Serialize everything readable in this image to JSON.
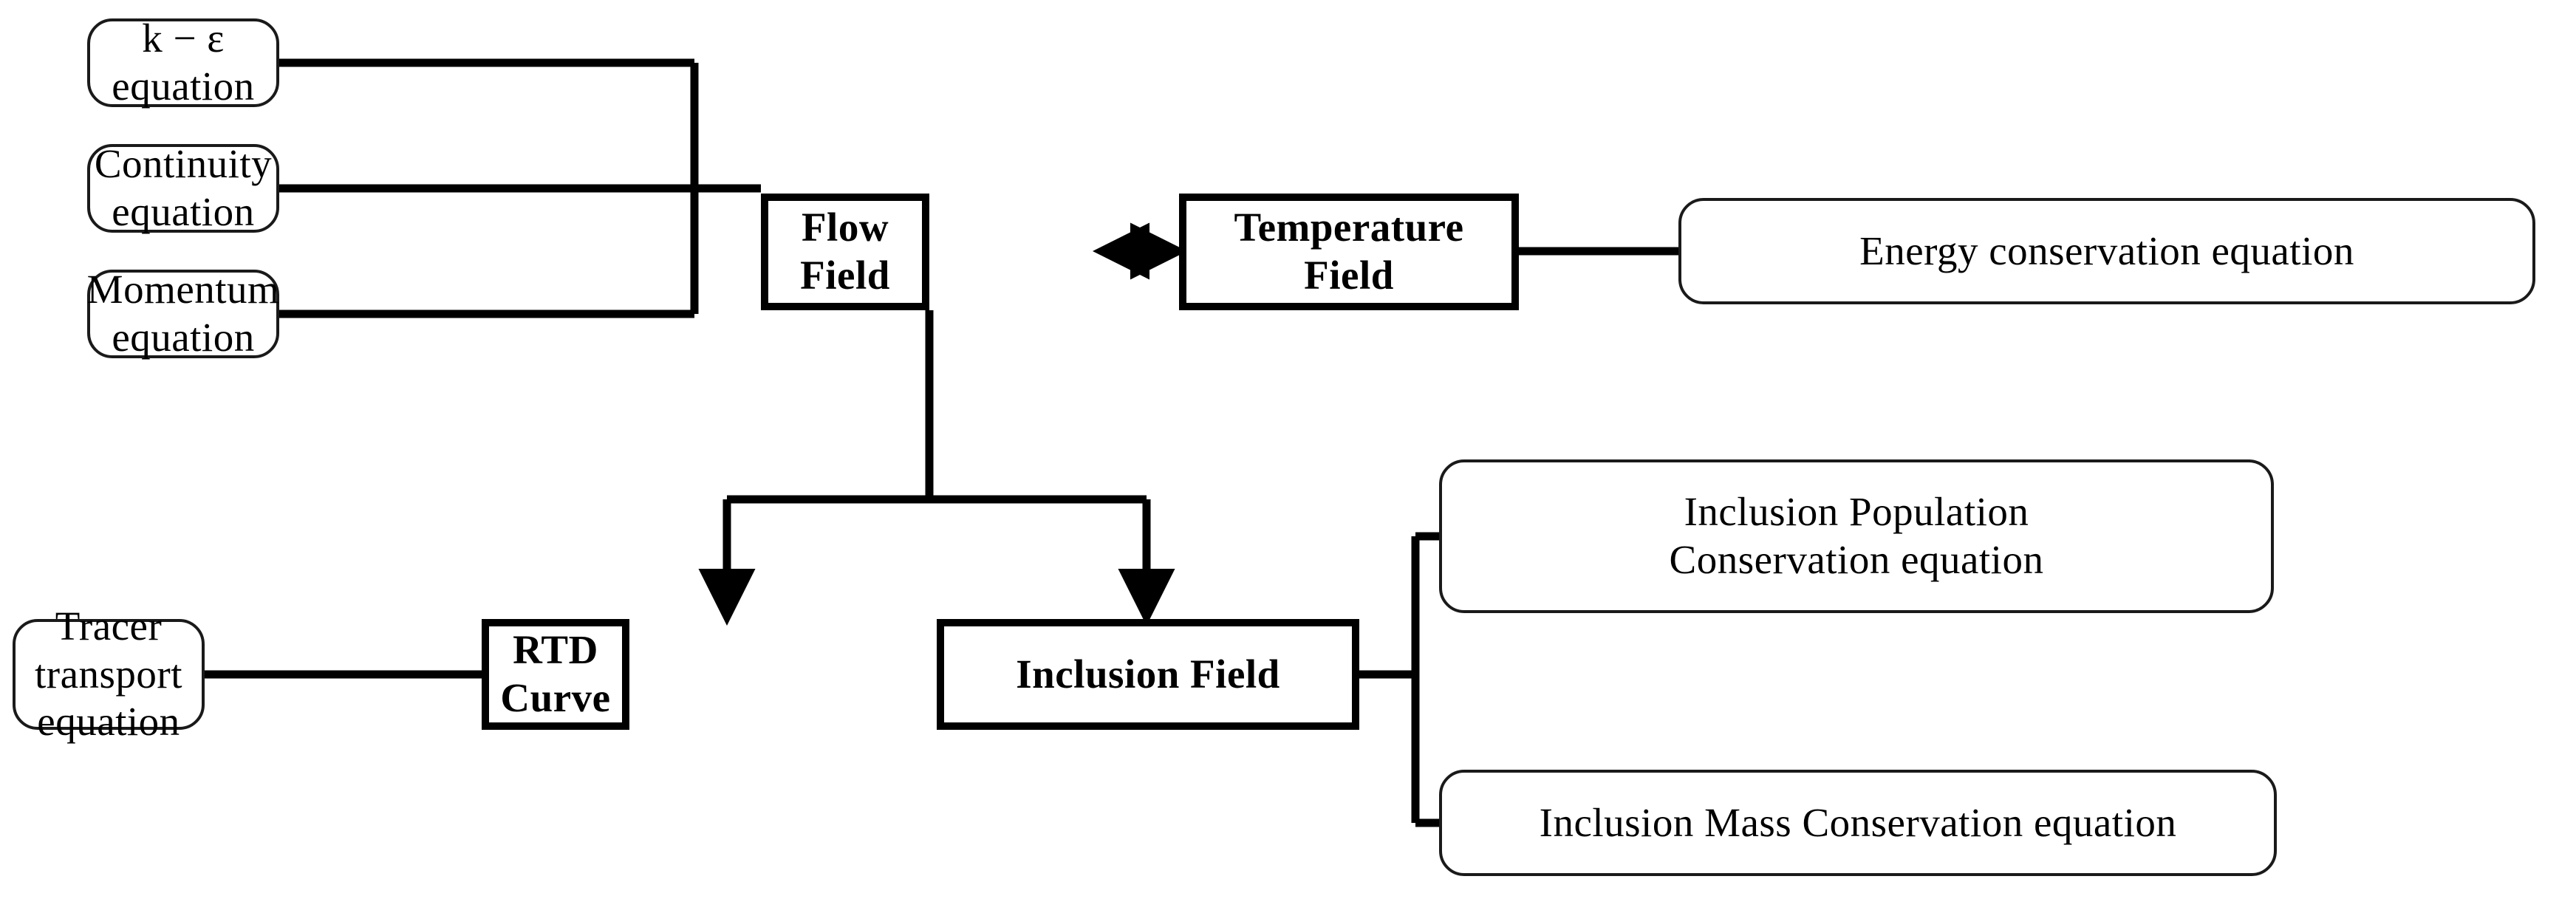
{
  "diagram": {
    "title": "Coupled model framework flowchart",
    "ink_color": "#000000",
    "background_color": "#ffffff",
    "nodes": {
      "k_epsilon_equation": "k − ε  equation",
      "continuity_equation": "Continuity equation",
      "momentum_equation": "Momentum equation",
      "flow_field": "Flow Field",
      "temperature_field": "Temperature Field",
      "energy_conservation_equation": "Energy conservation equation",
      "tracer_transport_equation": "Tracer transport\nequation",
      "rtd_curve": "RTD Curve",
      "inclusion_field": "Inclusion Field",
      "inclusion_population_conservation_equation": "Inclusion Population\nConservation equation",
      "inclusion_mass_conservation_equation": "Inclusion Mass Conservation equation"
    },
    "connectors": [
      {
        "from": "k_epsilon_equation",
        "to": "flow_field",
        "arrow": "none"
      },
      {
        "from": "continuity_equation",
        "to": "flow_field",
        "arrow": "none"
      },
      {
        "from": "momentum_equation",
        "to": "flow_field",
        "arrow": "none"
      },
      {
        "from": "flow_field",
        "to": "temperature_field",
        "arrow": "both"
      },
      {
        "from": "temperature_field",
        "to": "energy_conservation_equation",
        "arrow": "none"
      },
      {
        "from": "flow_field",
        "to": "rtd_curve",
        "arrow": "to"
      },
      {
        "from": "flow_field",
        "to": "inclusion_field",
        "arrow": "to"
      },
      {
        "from": "tracer_transport_equation",
        "to": "rtd_curve",
        "arrow": "none"
      },
      {
        "from": "inclusion_field",
        "to": "inclusion_population_conservation_equation",
        "arrow": "none"
      },
      {
        "from": "inclusion_field",
        "to": "inclusion_mass_conservation_equation",
        "arrow": "none"
      }
    ]
  }
}
